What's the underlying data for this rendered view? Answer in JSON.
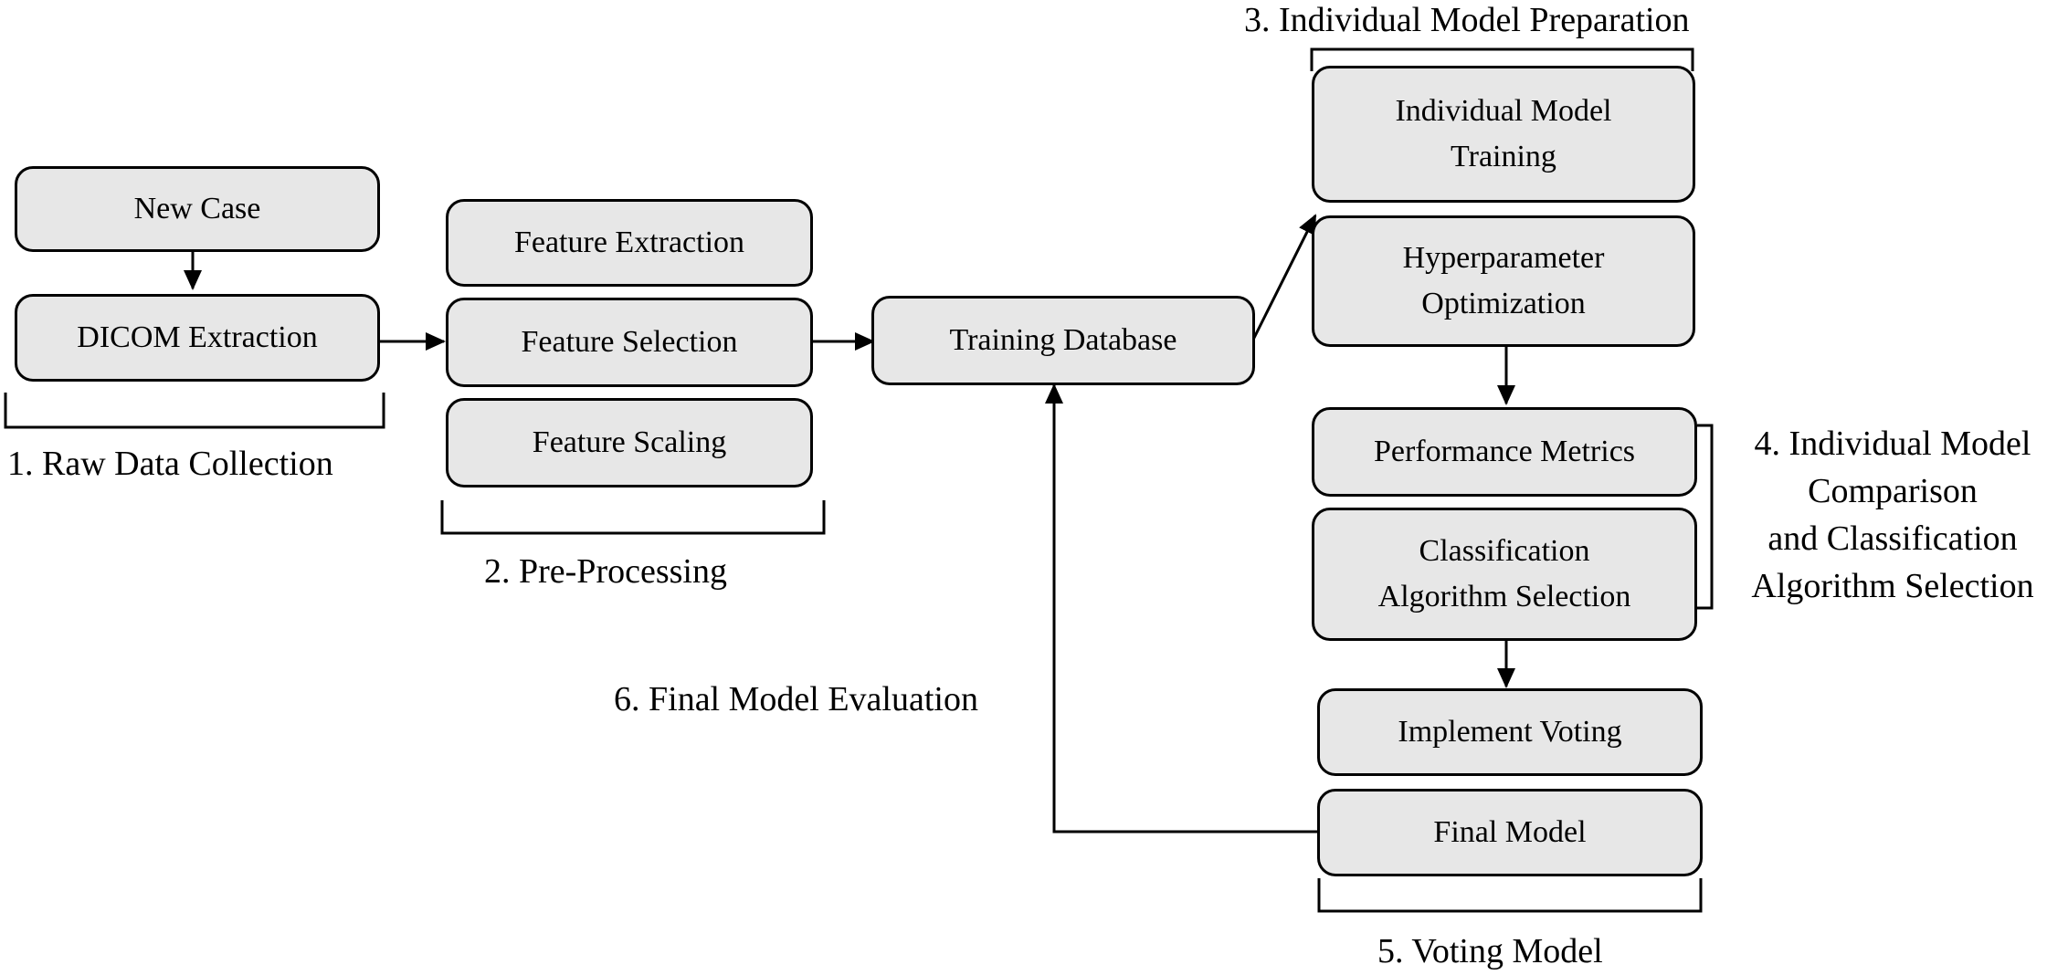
{
  "boxes": {
    "new_case": "New Case",
    "dicom_extraction": "DICOM Extraction",
    "feature_extraction": "Feature Extraction",
    "feature_selection": "Feature Selection",
    "feature_scaling": "Feature Scaling",
    "training_database": "Training Database",
    "individual_model_training": "Individual Model\nTraining",
    "hyperparameter_optimization": "Hyperparameter\nOptimization",
    "performance_metrics": "Performance Metrics",
    "classification_algorithm_selection": "Classification\nAlgorithm Selection",
    "implement_voting": "Implement Voting",
    "final_model": "Final Model"
  },
  "stages": {
    "stage1": "1. Raw Data Collection",
    "stage2": "2. Pre-Processing",
    "stage3": "3. Individual Model Preparation",
    "stage4": "4. Individual Model\nComparison\nand Classification\nAlgorithm Selection",
    "stage5": "5. Voting Model",
    "stage6": "6. Final Model Evaluation"
  }
}
